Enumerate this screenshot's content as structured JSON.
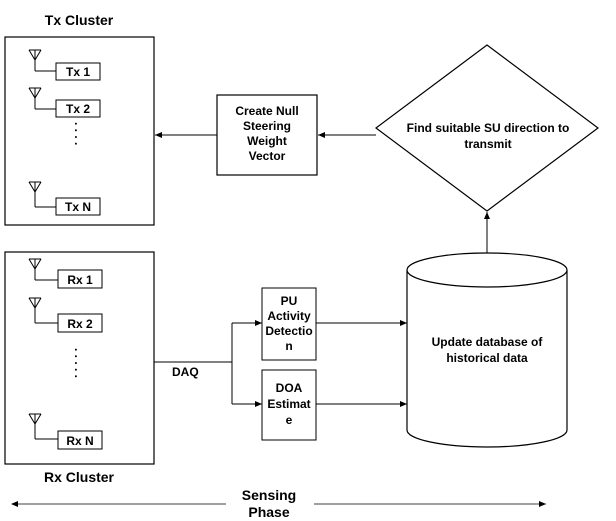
{
  "tx_cluster": {
    "title": "Tx Cluster",
    "items": [
      "Tx 1",
      "Tx 2",
      "Tx N"
    ],
    "ellipsis": ". . . ."
  },
  "rx_cluster": {
    "title": "Rx Cluster",
    "items": [
      "Rx 1",
      "Rx 2",
      "Rx N"
    ],
    "ellipsis": ". . . . ."
  },
  "null_steering_box": {
    "lines": [
      "Create Null",
      "Steering",
      "Weight",
      "Vector"
    ]
  },
  "decision_diamond": {
    "lines": [
      "Find suitable SU direction to",
      "transmit"
    ]
  },
  "database_cylinder": {
    "lines": [
      "Update database of",
      "historical data"
    ]
  },
  "pu_box": {
    "lines": [
      "PU",
      "Activity",
      "Detectio",
      "n"
    ]
  },
  "doa_box": {
    "lines": [
      "DOA",
      "Estimat",
      "e"
    ]
  },
  "daq_label": "DAQ",
  "phase_label": {
    "lines": [
      "Sensing",
      "Phase"
    ]
  }
}
